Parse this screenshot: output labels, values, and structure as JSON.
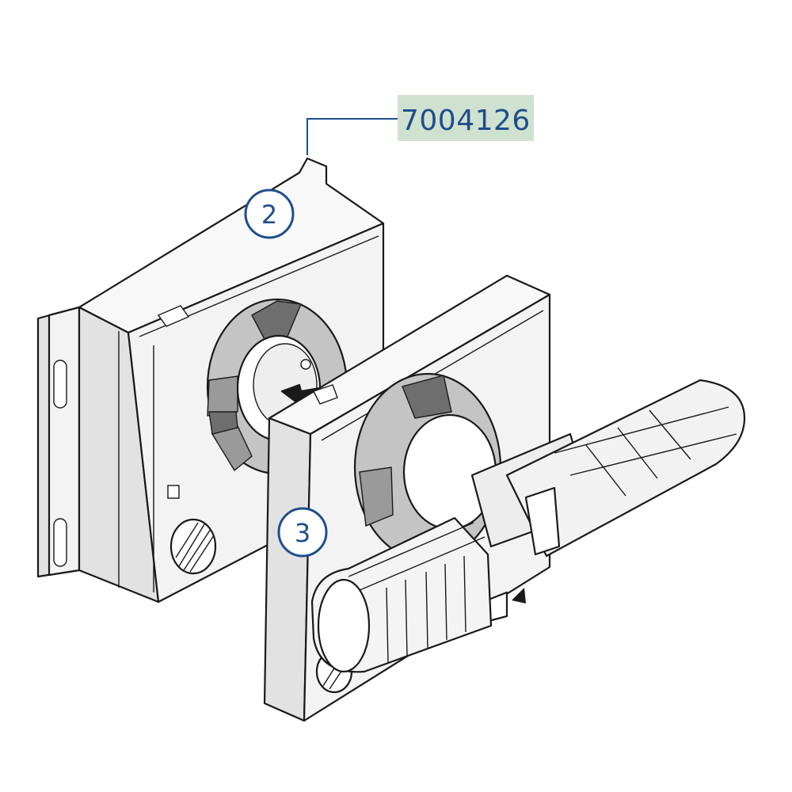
{
  "part_number": "7004126",
  "callouts": [
    {
      "id": "callout-2",
      "label": "2"
    },
    {
      "id": "callout-3",
      "label": "3"
    }
  ],
  "colors": {
    "callout_blue": "#1f4e8c",
    "part_number_highlight": "#cfe2cf",
    "leader_line": "#1f4e8c"
  }
}
